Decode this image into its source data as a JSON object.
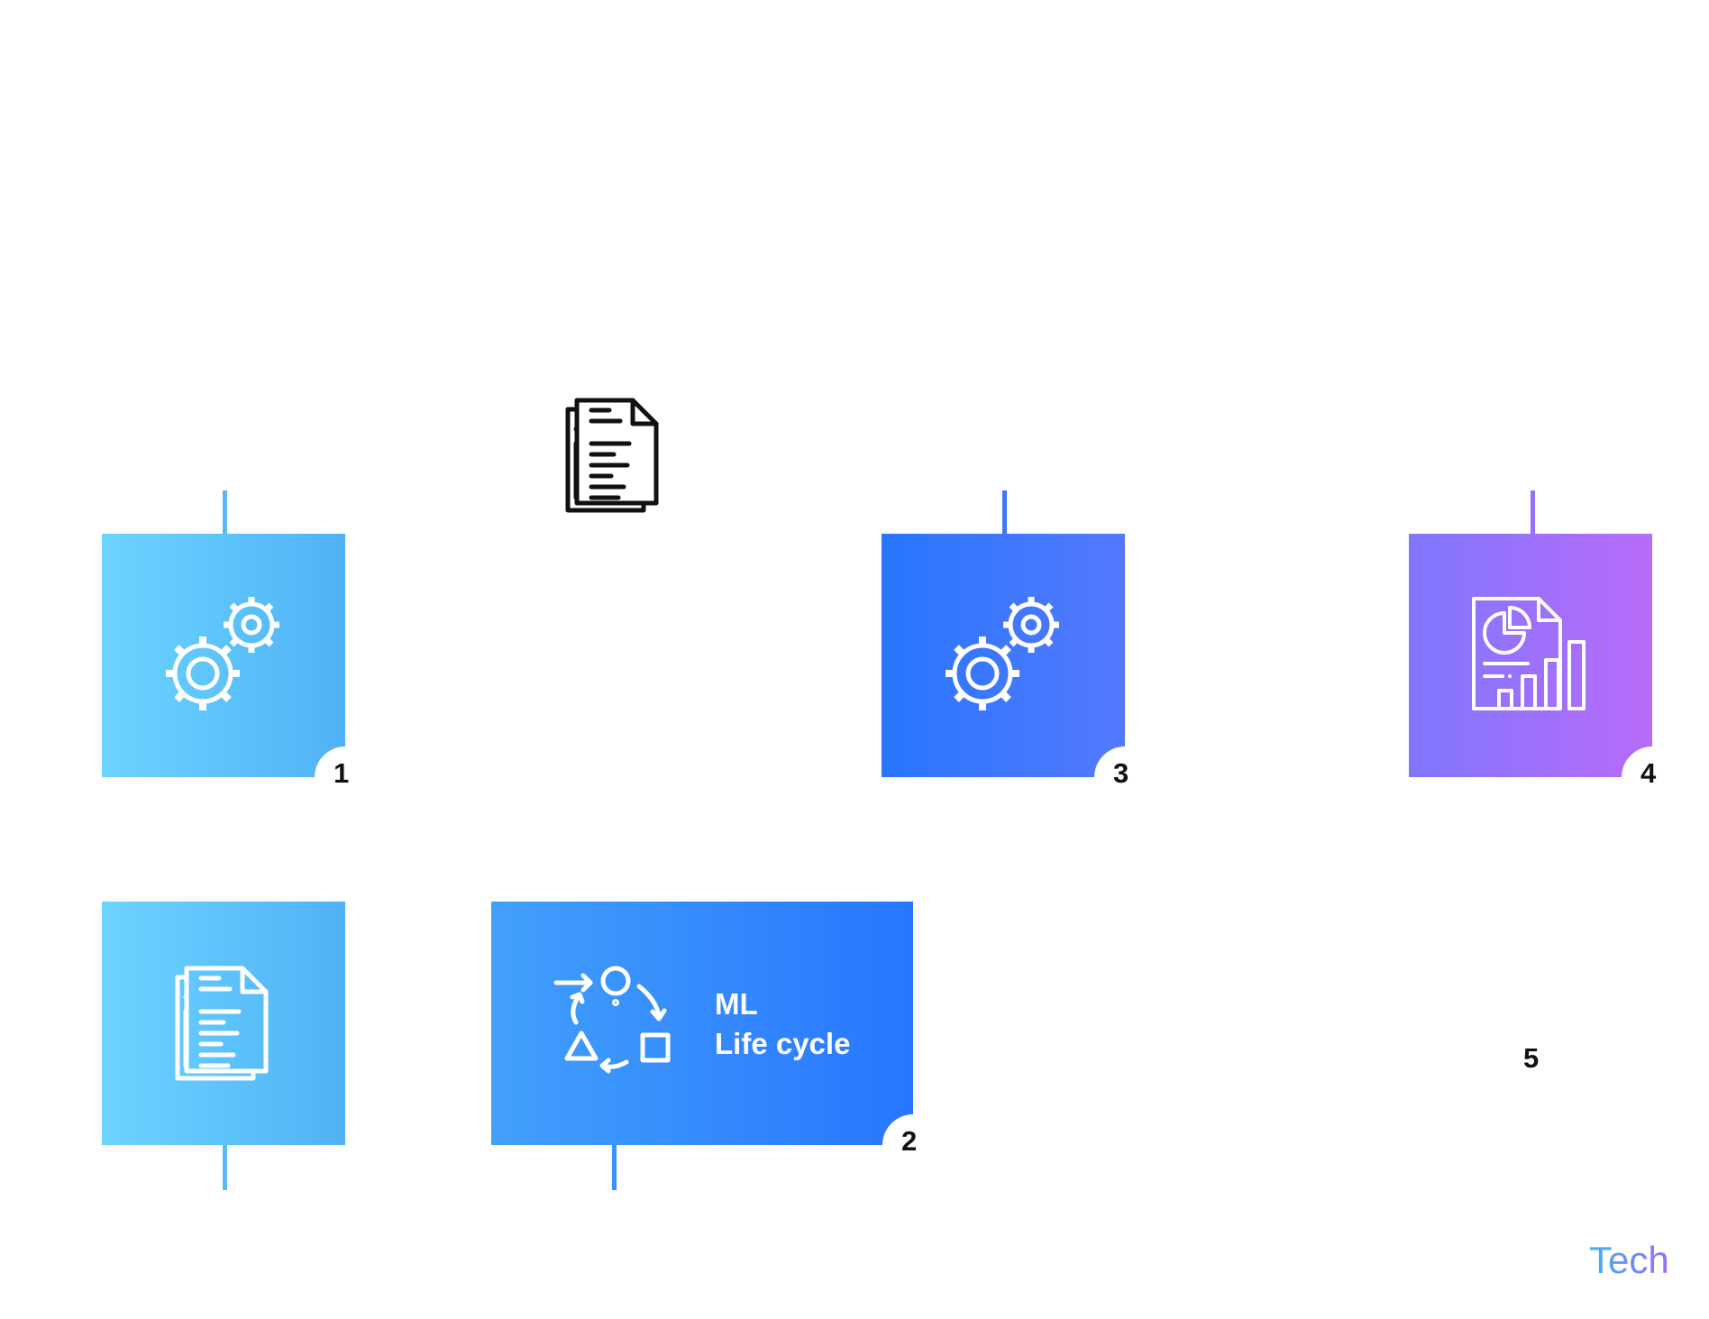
{
  "colors": {
    "light_blue_start": "#6bd4ff",
    "light_blue_end": "#50b2f6",
    "royal_blue_start": "#2876ff",
    "royal_blue_end": "#5479ff",
    "purple_start": "#8077fe",
    "purple_end": "#b86bf9",
    "badge_background": "#ffffff",
    "badge_text": "#111111",
    "icon_stroke": "#ffffff",
    "standalone_icon_stroke": "#111111"
  },
  "steps": [
    {
      "number": "1",
      "icon": "gears-icon"
    },
    {
      "number": "2",
      "icon": "ml-lifecycle-icon",
      "title_line1": "ML",
      "title_line2": "Life cycle"
    },
    {
      "number": "3",
      "icon": "gears-icon"
    },
    {
      "number": "4",
      "icon": "report-chart-icon"
    },
    {
      "number": "5"
    }
  ],
  "extra_tile": {
    "icon": "document-icon"
  },
  "standalone_icon": {
    "icon": "document-icon"
  },
  "brand": {
    "text": "Tech"
  }
}
